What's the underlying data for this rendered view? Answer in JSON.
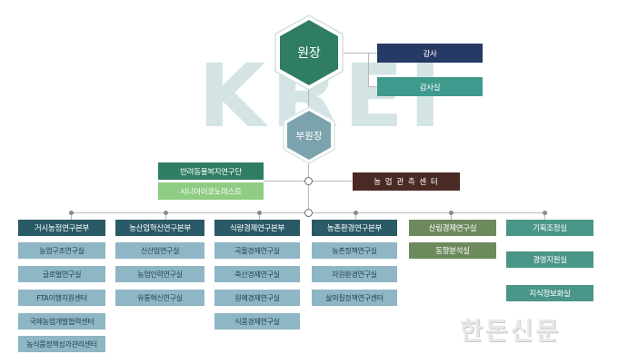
{
  "top": {
    "director": "원장",
    "vice_director": "부원장"
  },
  "audit": {
    "auditor": "감사",
    "audit_office": "감사실"
  },
  "staff": {
    "companion_animal": "반려동물복지연구단",
    "senior_economist": "시니어이코노미스트",
    "observation_center": "농 업 관 측 센 터"
  },
  "divisions": [
    {
      "name": "거시농정연구본부",
      "units": [
        "농업구조연구실",
        "글로벌연구실",
        "FTA이행지원센터",
        "국제농업개발협력센터",
        "농식품정책성과관리센터"
      ]
    },
    {
      "name": "농산업혁신연구본부",
      "units": [
        "신산업연구실",
        "농업인력연구실",
        "유통혁신연구실"
      ]
    },
    {
      "name": "식량경제연구본부",
      "units": [
        "곡물경제연구실",
        "축산경제연구실",
        "원예경제연구실",
        "식품경제연구실"
      ]
    },
    {
      "name": "농촌환경연구본부",
      "units": [
        "농촌정책연구실",
        "자원환경연구실",
        "삶의질정책연구센터"
      ]
    },
    {
      "name": "산림경제연구실",
      "units": [
        "동향분석실"
      ]
    },
    {
      "name": "기획조정실",
      "units": [
        "경영지원실",
        "지식정보화실"
      ]
    }
  ],
  "watermark": "KREI",
  "stamp": "한돈신문",
  "colors": {
    "navy": "#263a66",
    "teal": "#3e9a8c",
    "green": "#2f7d63",
    "light_green": "#8fcc84",
    "brown": "#4a2a24",
    "division": "#2a5a66",
    "olive": "#6d8a5c",
    "unit": "#8fb6c4"
  }
}
